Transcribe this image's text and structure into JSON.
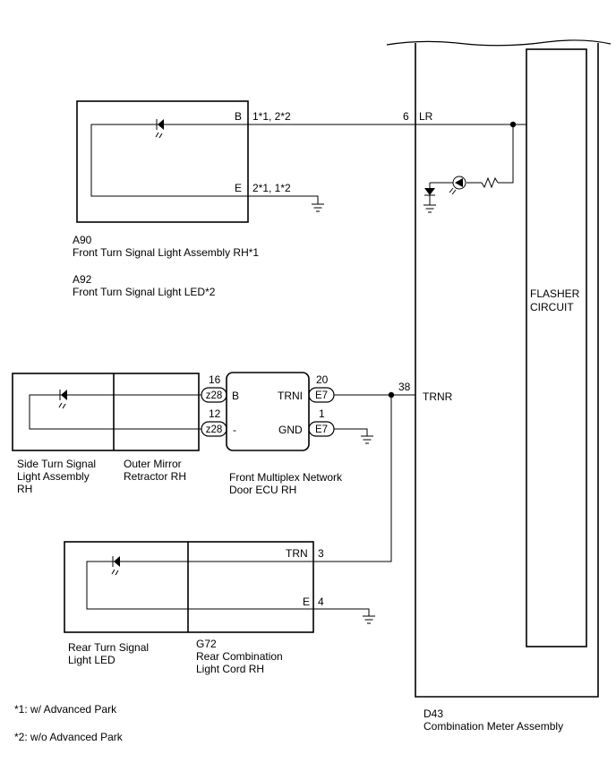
{
  "diagram": {
    "a90_code": "A90",
    "a90_name": "Front Turn  Signal Light Assembly RH*1",
    "a92_code": "A92",
    "a92_name": "Front Turn  Signal Light LED*2",
    "a90_pin_b_label": "B",
    "a90_pin_b_num": "1*1, 2*2",
    "a90_pin_e_label": "E",
    "a90_pin_e_num": "2*1, 1*2",
    "meter_pin_6": "6",
    "meter_sig_lr": "LR",
    "flasher_line1": "FLASHER",
    "flasher_line2": "CIRCUIT",
    "ecu_pin_16": "16",
    "ecu_conn_z28_top": "z28",
    "ecu_b_label": "B",
    "ecu_pin_12": "12",
    "ecu_conn_z28_bottom": "z28",
    "ecu_dash_label": "-",
    "ecu_trni_label": "TRNI",
    "ecu_gnd_label": "GND",
    "ecu_pin_20": "20",
    "ecu_conn_e7_top": "E7",
    "ecu_pin_1": "1",
    "ecu_conn_e7_bottom": "E7",
    "meter_pin_38": "38",
    "meter_sig_trnr": "TRNR",
    "side_line1": "Side Turn Signal",
    "side_line2": "Light Assembly",
    "side_line3": "RH",
    "mirror_line1": "Outer Mirror",
    "mirror_line2": "Retractor RH",
    "ecu_line1": "Front Multiplex Network",
    "ecu_line2": "Door ECU RH",
    "rear_trn_label": "TRN",
    "rear_pin_3": "3",
    "rear_e_label": "E",
    "rear_pin_4": "4",
    "rear_led_line1": "Rear Turn  Signal",
    "rear_led_line2": "Light LED",
    "g72_code": "G72",
    "g72_line1": "Rear Combination",
    "g72_line2": "Light Cord RH",
    "d43_code": "D43",
    "d43_name": "Combination Meter Assembly",
    "footnote1": "*1: w/ Advanced Park",
    "footnote2": "*2: w/o Advanced Park"
  }
}
